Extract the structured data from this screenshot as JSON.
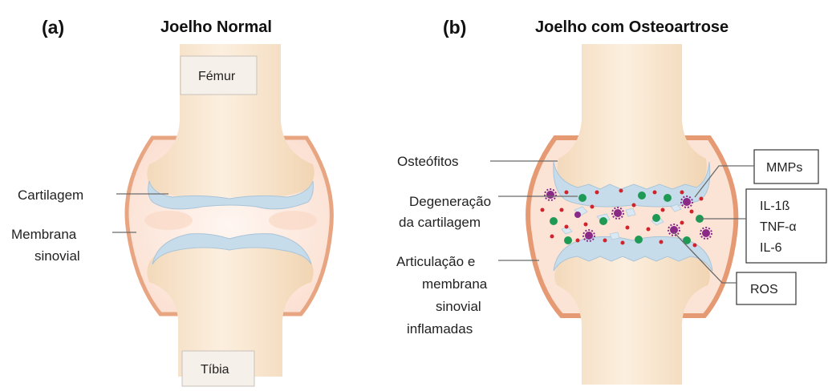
{
  "panel_a": {
    "letter": "(a)",
    "title": "Joelho Normal",
    "femur_label": "Fémur",
    "tibia_label": "Tíbia",
    "cartilage_label": "Cartilagem",
    "membrane_label_line1": "Membrana",
    "membrane_label_line2": "sinovial"
  },
  "panel_b": {
    "letter": "(b)",
    "title": "Joelho com Osteoartrose",
    "osteophytes_label": "Osteófitos",
    "degeneration_line1": "Degeneração",
    "degeneration_line2": "da cartilagem",
    "inflamed_line1": "Articulação e",
    "inflamed_line2": "membrana",
    "inflamed_line3": "sinovial",
    "inflamed_line4": "inflamadas",
    "mmps_label": "MMPs",
    "cytokine_1": "IL-1ß",
    "cytokine_2": "TNF-α",
    "cytokine_3": "IL-6",
    "ros_label": "ROS"
  },
  "colors": {
    "bone": "#f7e3c8",
    "bone_highlight": "#fdf2e2",
    "capsule": "#e8a582",
    "capsule_fill": "#fbe7da",
    "cartilage": "#c7dcea",
    "green_dot": "#1f9a55",
    "purple_dot": "#8a2a86",
    "red_dot": "#d0232b"
  }
}
